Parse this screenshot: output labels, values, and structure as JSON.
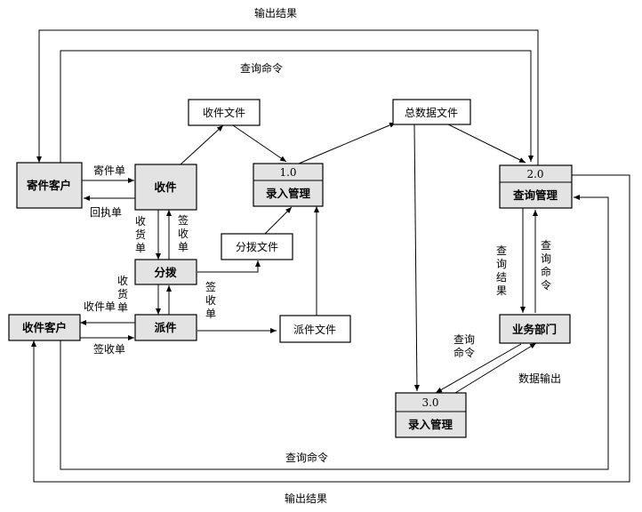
{
  "nodes": {
    "sender": "寄件客户",
    "receive": "收件",
    "sort": "分拨",
    "deliver": "派件",
    "recipient": "收件客户",
    "receive_file": "收件文件",
    "sort_file": "分拨文件",
    "deliver_file": "派件文件",
    "master_file": "总数据文件",
    "p1_num": "1.0",
    "p1_name": "录入管理",
    "p2_num": "2.0",
    "p2_name": "查询管理",
    "p3_num": "3.0",
    "p3_name": "录入管理",
    "business": "业务部门"
  },
  "labels": {
    "output_result_top": "输出结果",
    "query_cmd_top": "查询命令",
    "mail_order": "寄件单",
    "receipt": "回执单",
    "receive_order_1": "收货单",
    "sign_order_1": "签收单",
    "receive_order_2": "收货单",
    "sign_order_2": "签收单",
    "receive_order_3": "收件单",
    "sign_order_3": "签收单",
    "query_result_right": "查询结果",
    "query_cmd_right": "查询命令",
    "query_cmd_mid": "查询命令",
    "data_output": "数据输出",
    "query_cmd_bottom": "查询命令",
    "output_result_bottom": "输出结果"
  }
}
